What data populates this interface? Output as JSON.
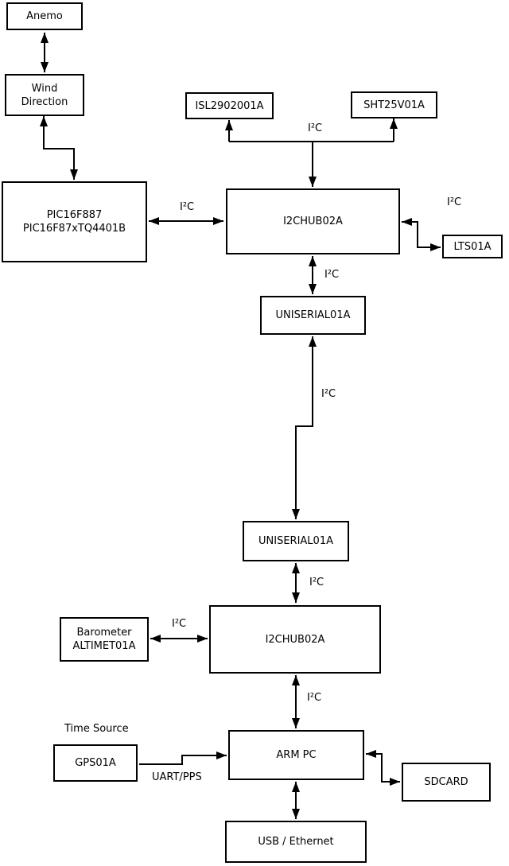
{
  "page": {
    "background": "#ffffff",
    "stroke_color": "#000000"
  },
  "diagram": {
    "nodes": {
      "anemo": {
        "label": "Anemo"
      },
      "wind_direction": {
        "lines": [
          "Wind",
          "Direction"
        ]
      },
      "pic": {
        "lines": [
          "PIC16F887",
          "PIC16F87xTQ4401B"
        ]
      },
      "isl": {
        "label": "ISL2902001A"
      },
      "sht": {
        "label": "SHT25V01A"
      },
      "i2chub_top": {
        "label": "I2CHUB02A"
      },
      "lts": {
        "label": "LTS01A"
      },
      "uniserial_top": {
        "label": "UNISERIAL01A"
      },
      "uniserial_bottom": {
        "label": "UNISERIAL01A"
      },
      "barometer": {
        "lines": [
          "Barometer",
          "ALTIMET01A"
        ]
      },
      "i2chub_bottom": {
        "label": "I2CHUB02A"
      },
      "gps": {
        "label": "GPS01A"
      },
      "arm_pc": {
        "label": "ARM PC"
      },
      "sdcard": {
        "label": "SDCARD"
      },
      "usb_ethernet": {
        "label": "USB / Ethernet"
      }
    },
    "edge_labels": {
      "bus_top": "I²C",
      "pic_hub": "I²C",
      "hub_right": "I²C",
      "hub_uniserial": "I²C",
      "uniserial_link": "I²C",
      "uniserial_hub2": "I²C",
      "barometer_hub2": "I²C",
      "hub2_armpc": "I²C",
      "time_source": "Time Source",
      "uart_pps": "UART/PPS"
    }
  }
}
